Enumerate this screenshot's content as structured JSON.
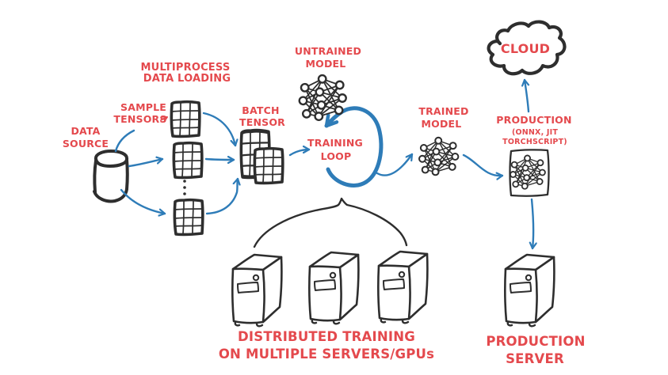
{
  "title": "Hand-drawn PyTorch training-to-production workflow diagram",
  "colors": {
    "ink": "#2e2e2e",
    "arrow_blue": "#2e7cb8",
    "label_red": "#e4494d",
    "background": "#ffffff"
  },
  "labels": {
    "multiprocess_data_loading": {
      "l1": "MULTIPROCESS",
      "l2": "DATA LOADING"
    },
    "sample_tensors": {
      "l1": "SAMPLE",
      "l2": "TENSORS"
    },
    "data_source": {
      "l1": "DATA",
      "l2": "SOURCE"
    },
    "batch_tensor": {
      "l1": "BATCH",
      "l2": "TENSOR"
    },
    "untrained_model": {
      "l1": "UNTRAINED",
      "l2": "MODEL"
    },
    "training_loop": {
      "l1": "TRAINING",
      "l2": "LOOP"
    },
    "trained_model": {
      "l1": "TRAINED",
      "l2": "MODEL"
    },
    "cloud": {
      "l1": "CLOUD"
    },
    "production": {
      "l1": "PRODUCTION",
      "l2": "(ONNX, JIT",
      "l3": "TORCHSCRIPT)"
    },
    "distributed_training": {
      "l1": "DISTRIBUTED TRAINING",
      "l2": "ON MULTIPLE SERVERS/GPUs"
    },
    "production_server": {
      "l1": "PRODUCTION",
      "l2": "SERVER"
    }
  },
  "icons": {
    "data_source": "database-cylinder",
    "sample_tensor": "grid-tensor",
    "batch_tensor": "stacked-grid-tensors",
    "model": "neural-network",
    "training_loop": "circular-loop-arrow",
    "cloud": "cloud-outline",
    "server": "server-tower",
    "ellipsis": "vertical-dots",
    "brace": "curly-brace"
  }
}
